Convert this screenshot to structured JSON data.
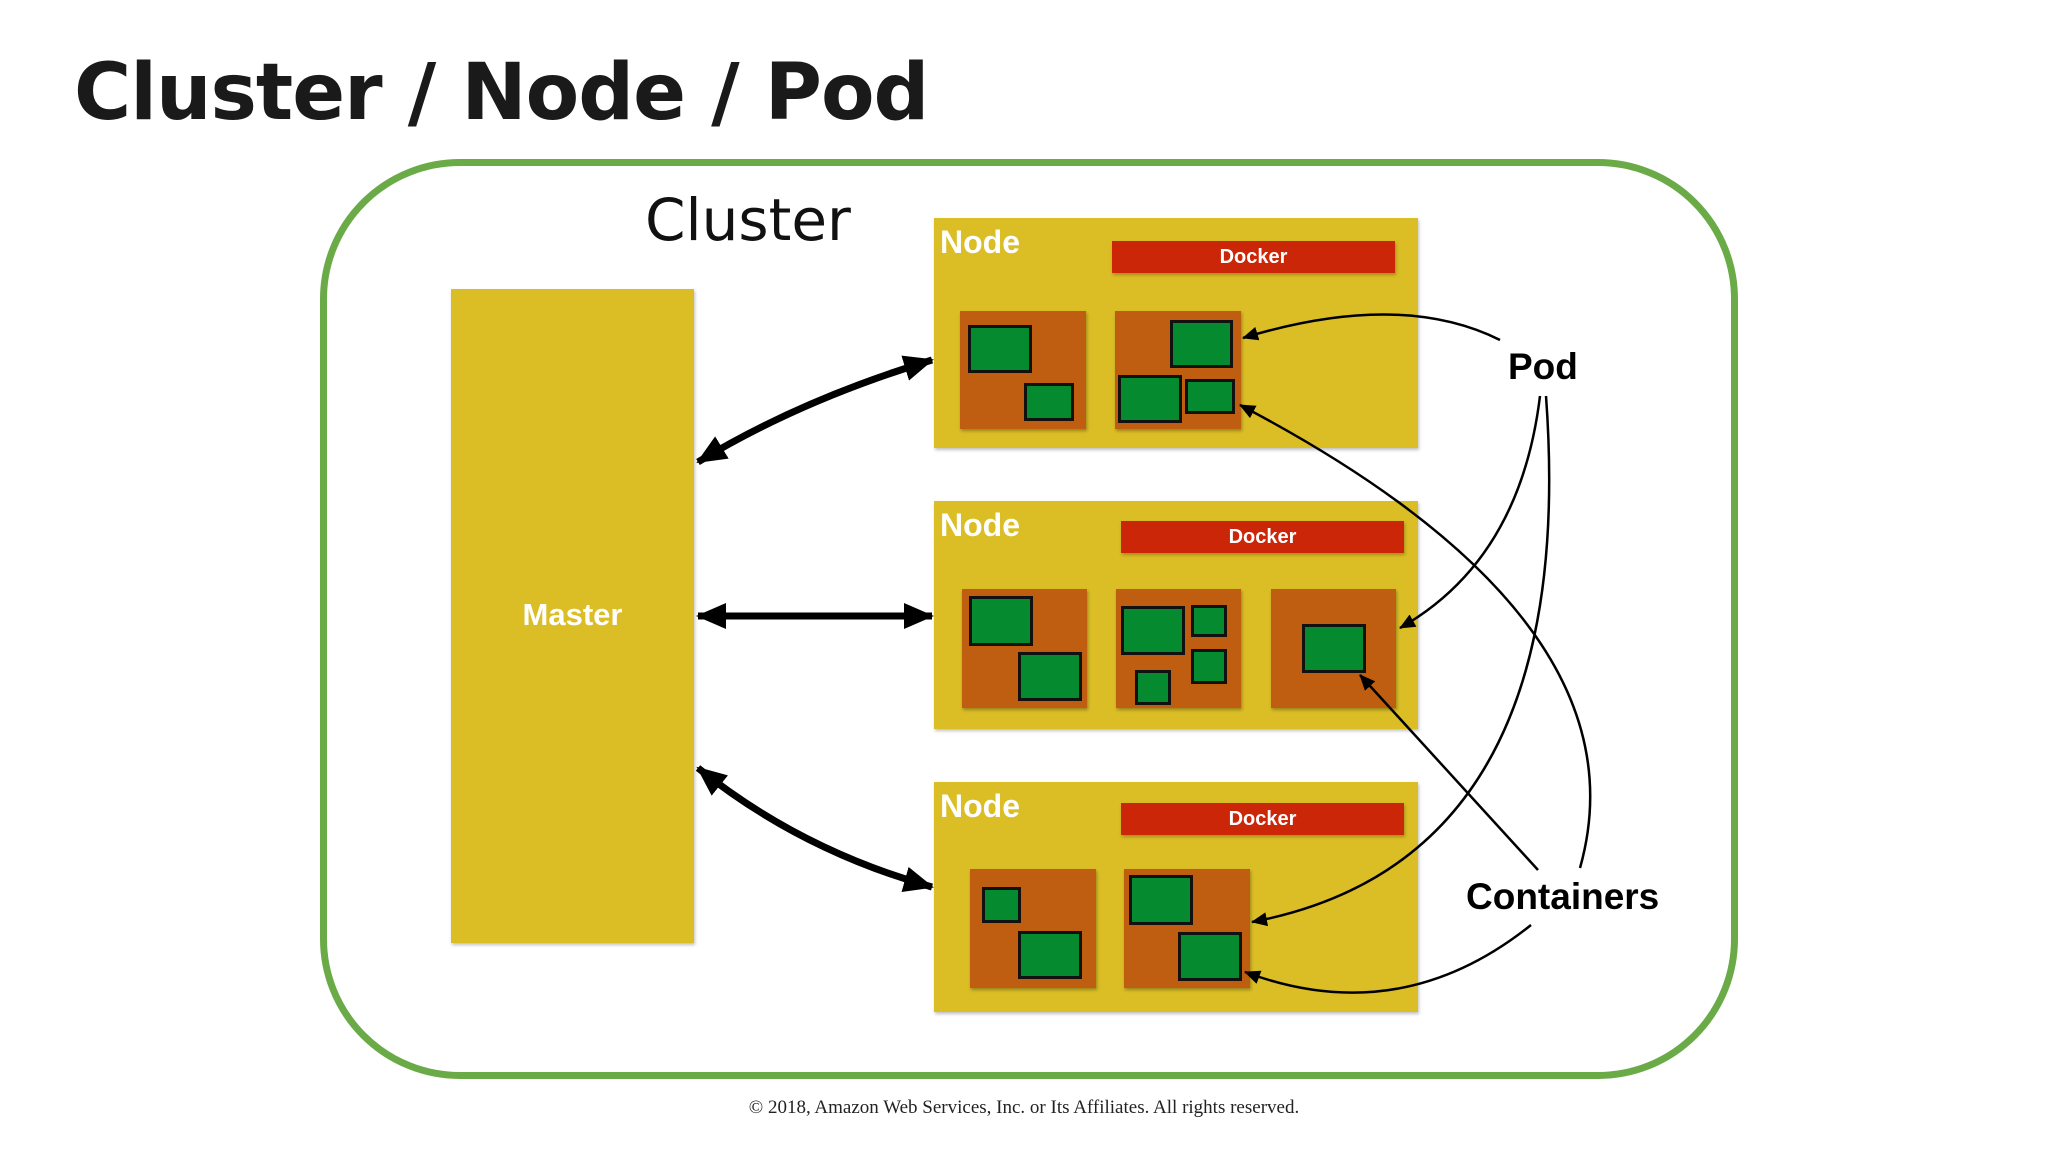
{
  "slide": {
    "title": "Cluster / Node / Pod",
    "footer": "© 2018, Amazon Web Services, Inc. or Its Affiliates. All rights reserved."
  },
  "diagram": {
    "cluster_label": "Cluster",
    "master_label": "Master",
    "colors": {
      "cluster_border": "#6bab47",
      "master_node_fill": "#dbbd25",
      "docker_fill": "#cc2608",
      "pod_fill": "#bf5e10",
      "container_fill": "#058a2f"
    },
    "nodes": [
      {
        "label": "Node",
        "runtime": "Docker",
        "pods": [
          {
            "containers": 2
          },
          {
            "containers": 3
          }
        ]
      },
      {
        "label": "Node",
        "runtime": "Docker",
        "pods": [
          {
            "containers": 2
          },
          {
            "containers": 4
          },
          {
            "containers": 1
          }
        ]
      },
      {
        "label": "Node",
        "runtime": "Docker",
        "pods": [
          {
            "containers": 2
          },
          {
            "containers": 2
          }
        ]
      }
    ],
    "annotations": {
      "pod": "Pod",
      "containers": "Containers"
    },
    "connections": [
      {
        "from": "Master",
        "to": "Node 1",
        "type": "bidirectional"
      },
      {
        "from": "Master",
        "to": "Node 2",
        "type": "bidirectional"
      },
      {
        "from": "Master",
        "to": "Node 3",
        "type": "bidirectional"
      }
    ]
  }
}
